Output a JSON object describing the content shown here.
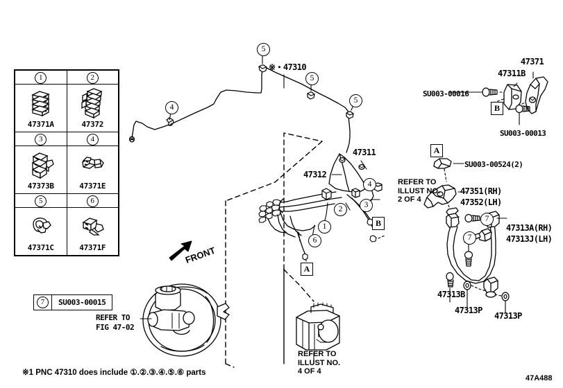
{
  "figure": {
    "corner_code": "47A488",
    "footnote": "※1 PNC 47310 does include ①.②.③.④.⑤.⑥ parts",
    "front_arrow_label": "FRONT"
  },
  "parts_table": {
    "rows": [
      [
        {
          "index": "1",
          "part_no": "47371A",
          "icon": "clip-stack-icon"
        },
        {
          "index": "2",
          "part_no": "47372",
          "icon": "clip-stack-tall-icon"
        }
      ],
      [
        {
          "index": "3",
          "part_no": "47373B",
          "icon": "clip-block-icon"
        },
        {
          "index": "4",
          "part_no": "47371E",
          "icon": "clip-small-icon"
        }
      ],
      [
        {
          "index": "5",
          "part_no": "47371C",
          "icon": "clip-round-icon"
        },
        {
          "index": "6",
          "part_no": "47371F",
          "icon": "clip-wedge-icon"
        }
      ]
    ]
  },
  "item7": {
    "index": "7",
    "part_no": "SU003-00015"
  },
  "labels": {
    "main_tube": "※・47310",
    "p47311": "47311",
    "p47312": "47312",
    "p47371": "47371",
    "p47311b": "47311B",
    "su003_00016": "SU003-00016",
    "su003_00013": "SU003-00013",
    "su003_00524": "SU003-00524(2)",
    "p47351_rh": "47351(RH)",
    "p47352_lh": "47352(LH)",
    "p47313a_rh": "47313A(RH)",
    "p47313j_lh": "47313J(LH)",
    "p47313b": "47313B",
    "p47313p_left": "47313P",
    "p47313p_right": "47313P"
  },
  "references": {
    "fig_47_02": [
      "REFER TO",
      "FIG 47-02"
    ],
    "illust_2of4": [
      "REFER TO",
      "ILLUST NO.",
      "2 OF 4"
    ],
    "illust_4of4": [
      "REFER TO",
      "ILLUST NO.",
      "4 OF 4"
    ]
  },
  "callouts": {
    "tube_5_a": "5",
    "tube_5_b": "5",
    "tube_5_c": "5",
    "tube_4": "4",
    "center_1": "1",
    "center_2": "2",
    "center_3": "3",
    "center_4": "4",
    "center_6": "6",
    "hose_7_a": "7",
    "hose_7_b": "7"
  },
  "markers": {
    "a_center": "A",
    "a_right": "A",
    "b_center": "B",
    "b_right": "B"
  },
  "colors": {
    "line": "#000000",
    "background": "#ffffff"
  }
}
